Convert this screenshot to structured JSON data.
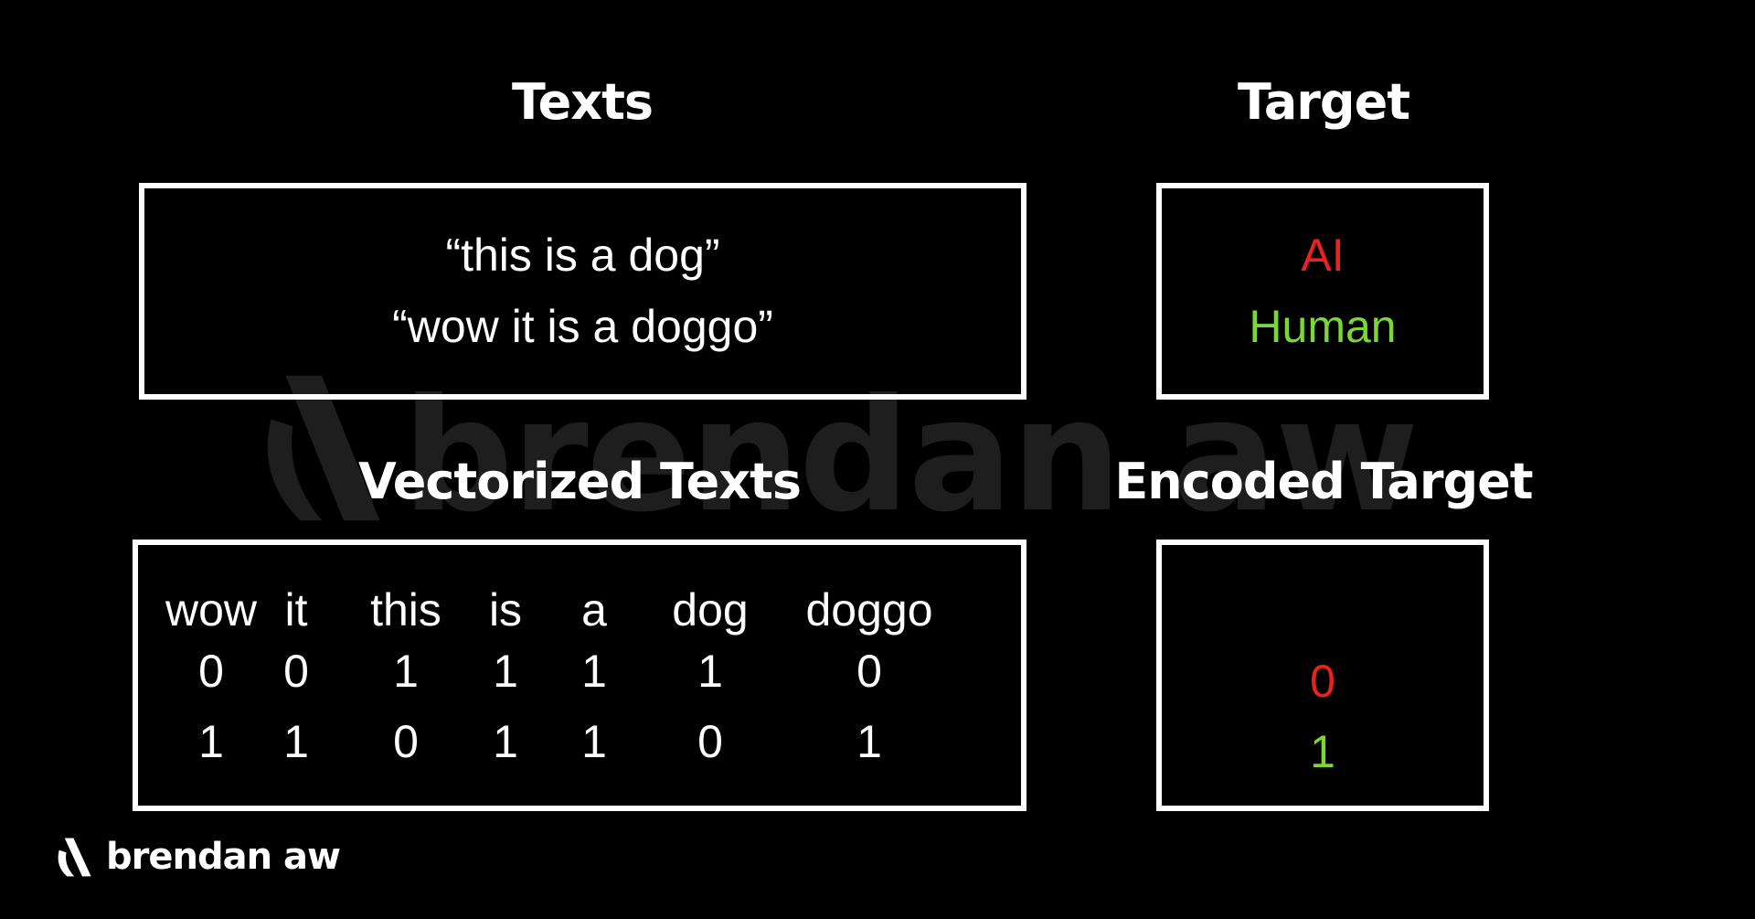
{
  "texts": {
    "heading": "Texts",
    "lines": [
      "“this is a dog”",
      "“wow it is a doggo”"
    ]
  },
  "target": {
    "heading": "Target",
    "lines": [
      "AI",
      "Human"
    ]
  },
  "vectorized": {
    "heading": "Vectorized Texts",
    "columns": [
      {
        "word": "wow",
        "row1": "0",
        "row2": "1"
      },
      {
        "word": "it",
        "row1": "0",
        "row2": "1"
      },
      {
        "word": "this",
        "row1": "1",
        "row2": "0"
      },
      {
        "word": "is",
        "row1": "1",
        "row2": "1"
      },
      {
        "word": "a",
        "row1": "1",
        "row2": "1"
      },
      {
        "word": "dog",
        "row1": "1",
        "row2": "0"
      },
      {
        "word": "doggo",
        "row1": "0",
        "row2": "1"
      }
    ]
  },
  "encoded": {
    "heading": "Encoded Target",
    "lines": [
      "0",
      "1"
    ]
  },
  "brand": {
    "logo_text": "brendan aw",
    "watermark_text": "brendan aw"
  },
  "colors": {
    "background": "#000000",
    "ai_red": "#e8231e",
    "human_green": "#7bd63a",
    "box_border": "#ffffff"
  }
}
